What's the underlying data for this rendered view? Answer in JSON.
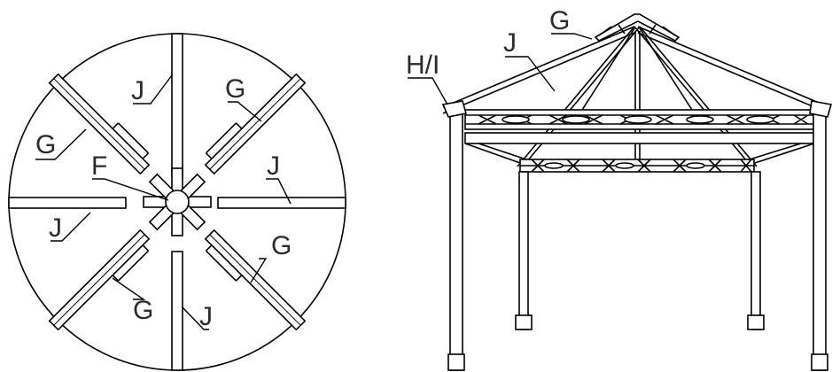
{
  "top_view": {
    "labels": {
      "j_top": "J",
      "g_upper_right": "G",
      "g_upper_left": "G",
      "f_center": "F",
      "j_right": "J",
      "j_left": "J",
      "g_lower_right": "G",
      "g_lower_left": "G",
      "j_bottom": "J"
    }
  },
  "side_view": {
    "labels": {
      "g_top": "G",
      "j_rafter": "J",
      "hi_corner": "H/I"
    }
  },
  "colors": {
    "line": "#000000",
    "label": "#2b2b2b",
    "background": "#ffffff"
  }
}
